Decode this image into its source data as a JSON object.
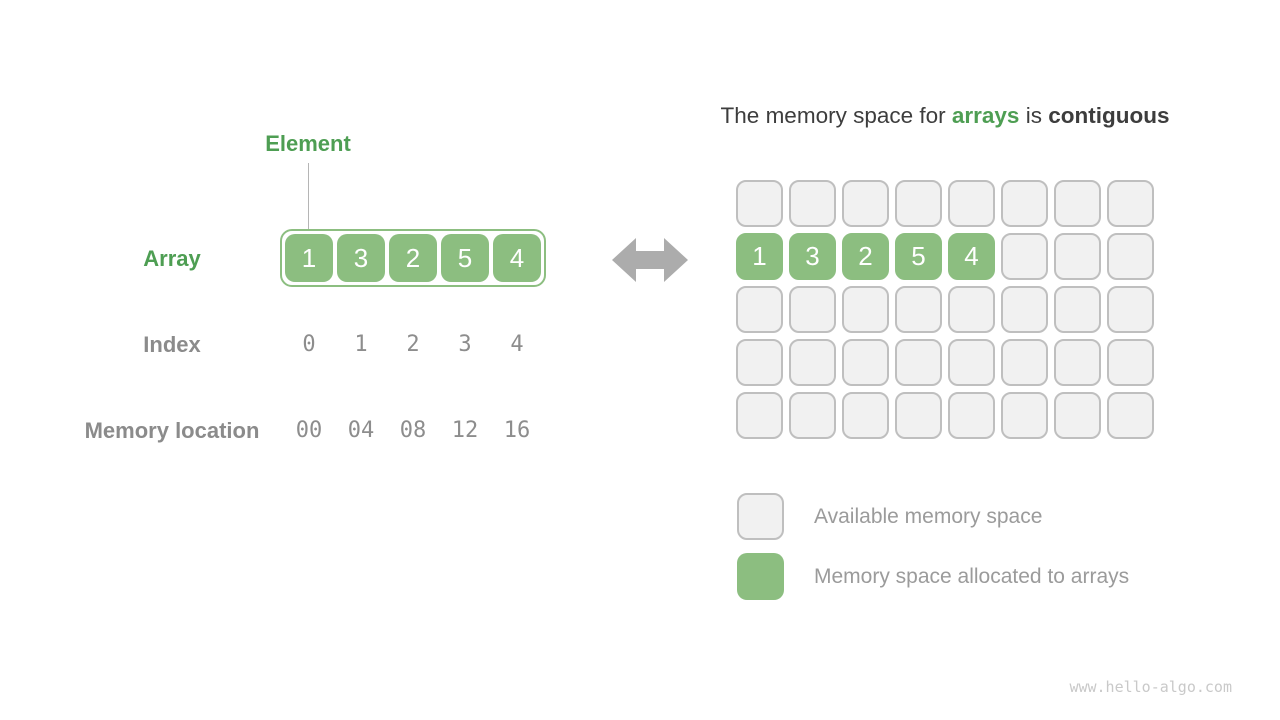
{
  "left": {
    "element_label": "Element",
    "array_label": "Array",
    "index_label": "Index",
    "memory_label": "Memory location",
    "array_values": [
      "1",
      "3",
      "2",
      "5",
      "4"
    ],
    "index_values": [
      "0",
      "1",
      "2",
      "3",
      "4"
    ],
    "memory_values": [
      "00",
      "04",
      "08",
      "12",
      "16"
    ]
  },
  "right": {
    "title": {
      "prefix": "The memory space for ",
      "highlight": "arrays",
      "middle": " is ",
      "suffix": "contiguous"
    },
    "grid": {
      "rows": 5,
      "cols": 8,
      "array_row": 1,
      "array_values": [
        "1",
        "3",
        "2",
        "5",
        "4"
      ]
    },
    "legend": [
      {
        "type": "available",
        "label": "Available memory space"
      },
      {
        "type": "allocated",
        "label": "Memory space allocated to arrays"
      }
    ]
  },
  "icons": {
    "between_panels": "left-right-arrow-icon"
  },
  "watermark": "www.hello-algo.com",
  "colors": {
    "green_fill": "#8CBE80",
    "green_text": "#4E9E53",
    "cell_bg": "#F1F1F1",
    "cell_border": "#BFBFBF",
    "label_gray": "#8B8B8B",
    "title_dark": "#3D3D3D",
    "legend_gray": "#9B9B9B",
    "arrow_gray": "#ACACAC",
    "watermark_gray": "#C9C9C9"
  }
}
